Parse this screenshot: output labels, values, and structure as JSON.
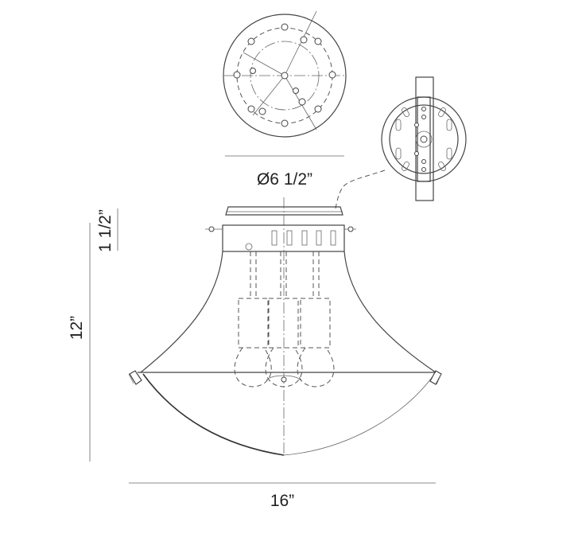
{
  "dimensions": {
    "canopy_diameter": "Ø6 1/2”",
    "canopy_height": "1 1/2”",
    "overall_height": "12”",
    "overall_width": "16”"
  }
}
